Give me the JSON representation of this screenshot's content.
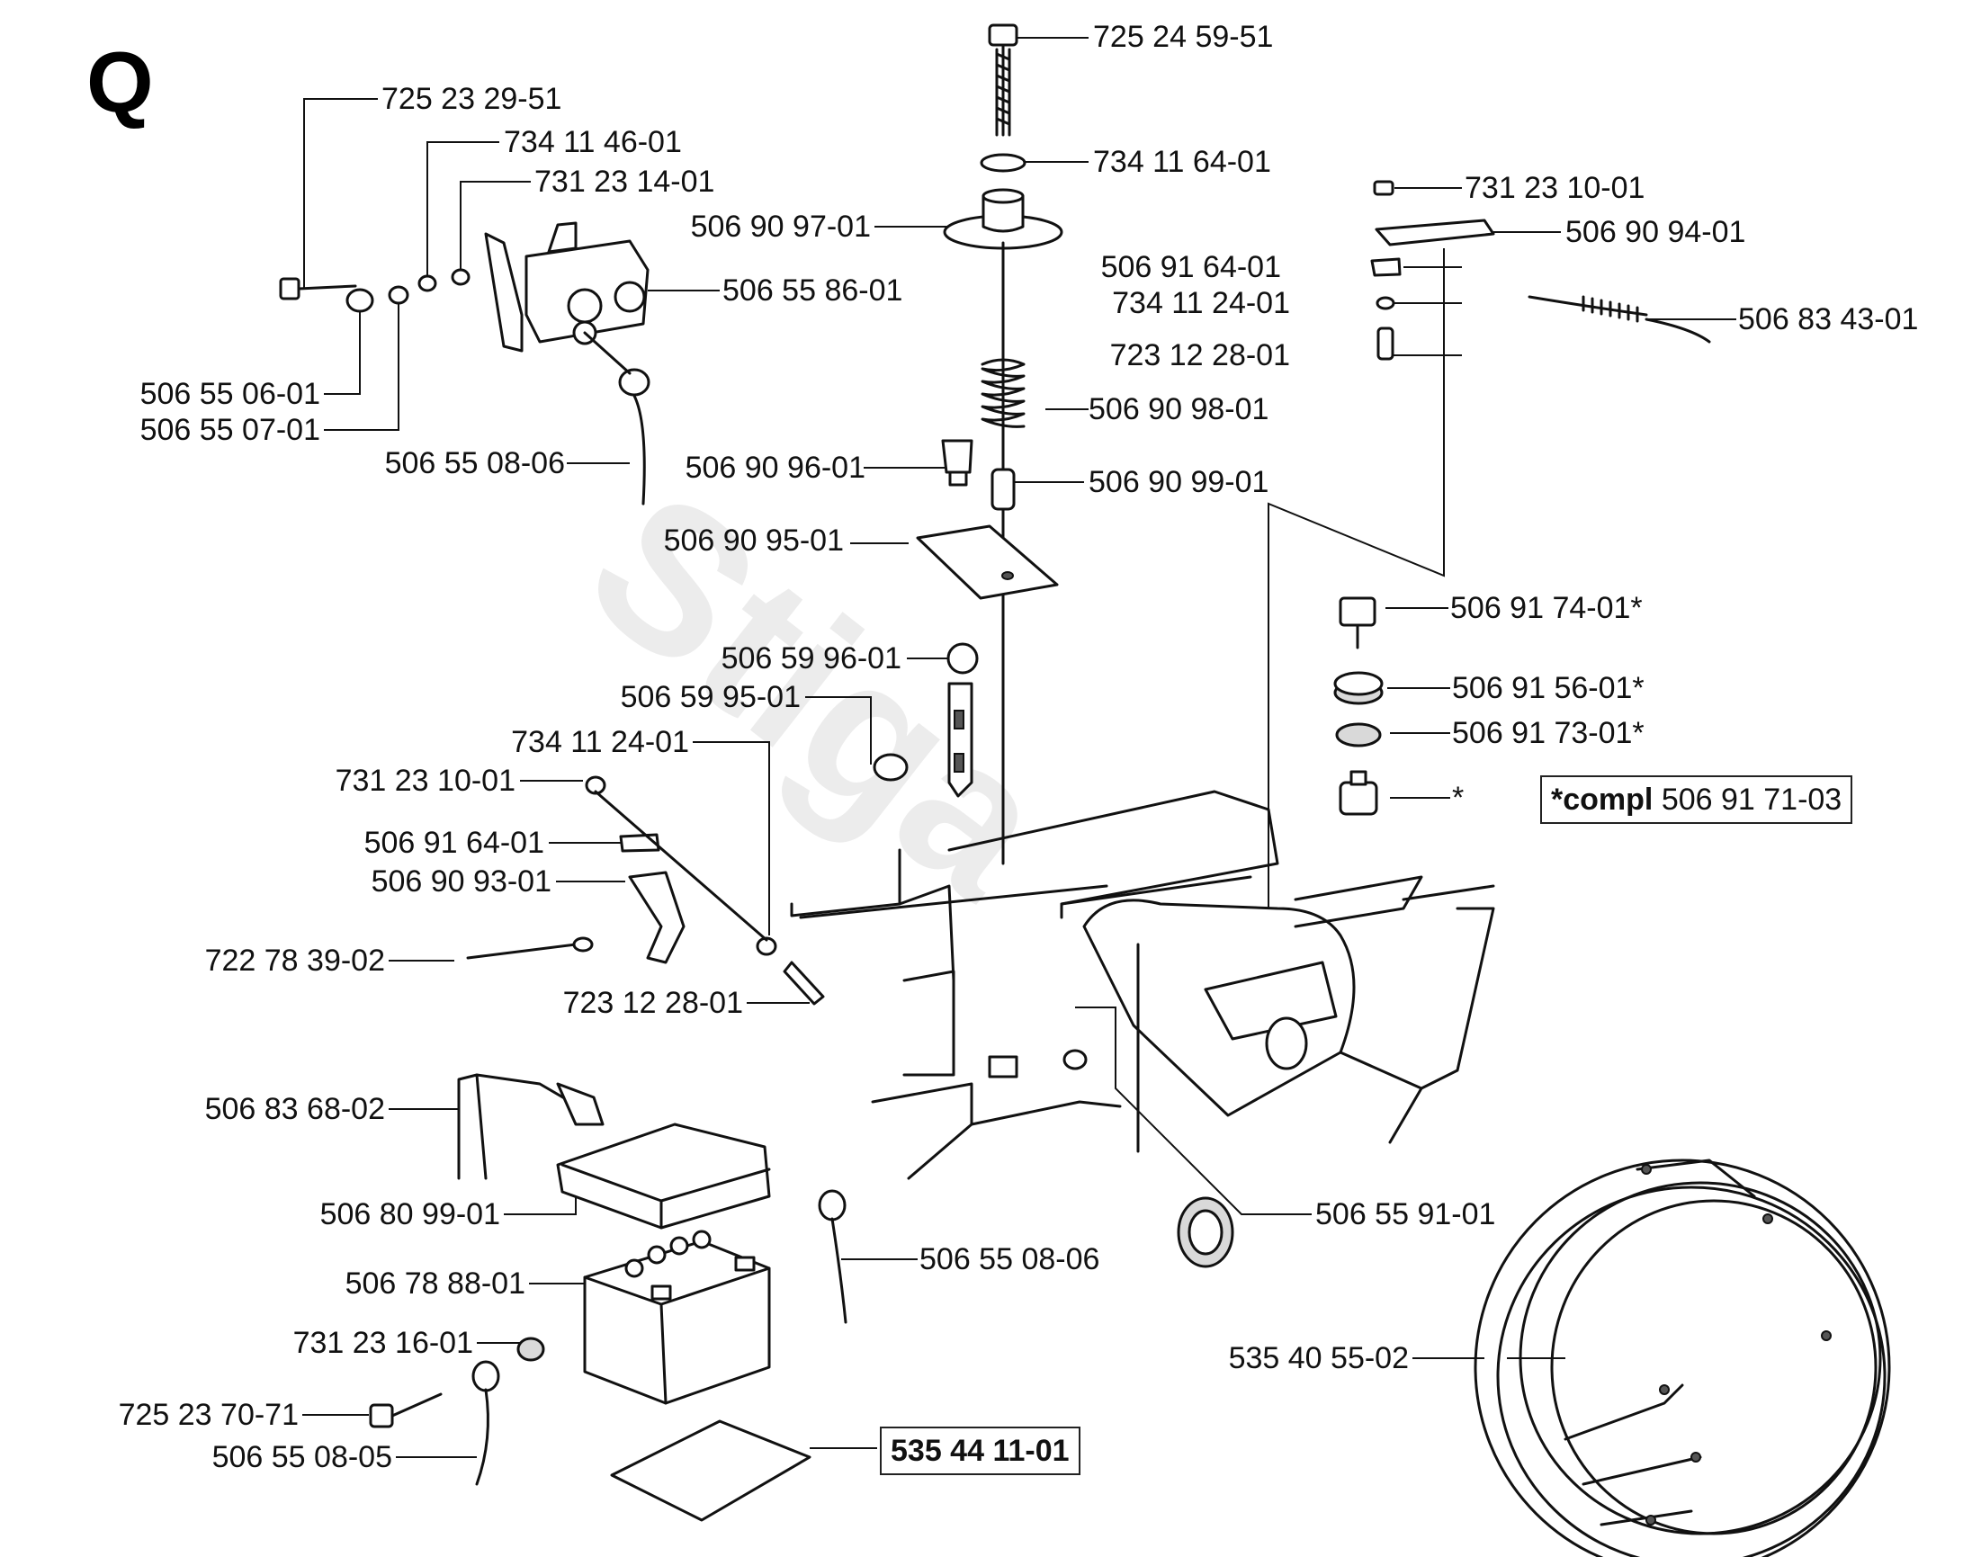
{
  "sheet_letter": "Q",
  "watermark": "Stiga",
  "labels": {
    "l_725_24_59_51": "725 24 59-51",
    "l_734_11_64_01": "734 11 64-01",
    "l_506_90_97_01": "506 90 97-01",
    "l_506_90_98_01": "506 90 98-01",
    "l_506_90_96_01": "506 90 96-01",
    "l_506_90_99_01": "506 90 99-01",
    "l_506_90_95_01": "506 90 95-01",
    "l_725_23_29_51": "725 23 29-51",
    "l_734_11_46_01": "734 11 46-01",
    "l_731_23_14_01": "731 23 14-01",
    "l_506_55_86_01": "506 55 86-01",
    "l_506_55_06_01": "506 55 06-01",
    "l_506_55_07_01": "506 55 07-01",
    "l_506_55_08_06_top": "506 55 08-06",
    "l_731_23_10_01_right": "731 23 10-01",
    "l_506_90_94_01": "506 90 94-01",
    "l_506_91_64_01_right": "506 91 64-01",
    "l_734_11_24_01_right": "734 11 24-01",
    "l_723_12_28_01_right": "723 12 28-01",
    "l_506_83_43_01": "506 83 43-01",
    "l_506_91_74_01": "506 91 74-01*",
    "l_506_91_56_01": "506 91 56-01*",
    "l_506_91_73_01": "506 91 73-01*",
    "l_star": "*",
    "l_506_59_96_01": "506 59 96-01",
    "l_506_59_95_01": "506 59 95-01",
    "l_734_11_24_01_left": "734 11 24-01",
    "l_731_23_10_01_left": "731 23 10-01",
    "l_506_91_64_01_left": "506 91 64-01",
    "l_506_90_93_01": "506 90 93-01",
    "l_722_78_39_02": "722 78 39-02",
    "l_723_12_28_01_left": "723 12 28-01",
    "l_506_83_68_02": "506 83 68-02",
    "l_506_80_99_01": "506 80 99-01",
    "l_506_78_88_01": "506 78 88-01",
    "l_506_55_08_06_bottom": "506 55 08-06",
    "l_731_23_16_01": "731 23 16-01",
    "l_725_23_70_71": "725 23 70-71",
    "l_506_55_08_05": "506 55 08-05",
    "l_506_55_91_01": "506 55 91-01",
    "l_535_40_55_02": "535 40 55-02"
  },
  "compl_box": {
    "prefix": "*compl",
    "part": "506 91 71-03"
  },
  "manual_box": {
    "part": "535 44 11-01"
  }
}
